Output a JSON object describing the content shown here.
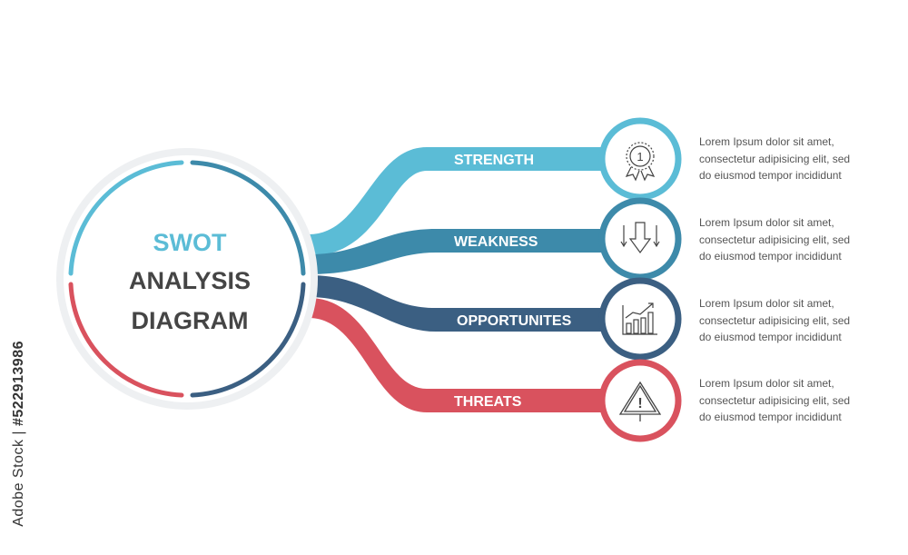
{
  "title": {
    "line1": "SWOT",
    "line2": "ANALYSIS",
    "line3": "DIAGRAM"
  },
  "colors": {
    "strength": "#5bbcd6",
    "weakness": "#3d8aaa",
    "opportunities": "#3b5f82",
    "threats": "#d9525e",
    "text_dark": "#454545",
    "text_body": "#555555"
  },
  "items": [
    {
      "label": "STRENGTH",
      "icon": "medal-icon",
      "icon_text": "1",
      "desc": [
        "Lorem Ipsum dolor sit amet,",
        "consectetur adipisicing elit, sed",
        "do eiusmod tempor incididunt"
      ]
    },
    {
      "label": "WEAKNESS",
      "icon": "down-arrows-icon",
      "desc": [
        "Lorem Ipsum dolor sit amet,",
        "consectetur adipisicing elit, sed",
        "do eiusmod tempor incididunt"
      ]
    },
    {
      "label": "OPPORTUNITES",
      "icon": "growth-chart-icon",
      "desc": [
        "Lorem Ipsum dolor sit amet,",
        "consectetur adipisicing elit, sed",
        "do eiusmod tempor incididunt"
      ]
    },
    {
      "label": "THREATS",
      "icon": "warning-icon",
      "icon_text": "!",
      "desc": [
        "Lorem Ipsum dolor sit amet,",
        "consectetur adipisicing elit, sed",
        "do eiusmod tempor incididunt"
      ]
    }
  ],
  "stock_badge": {
    "brand": "Adobe Stock",
    "separator": "|",
    "id": "#522913986"
  }
}
